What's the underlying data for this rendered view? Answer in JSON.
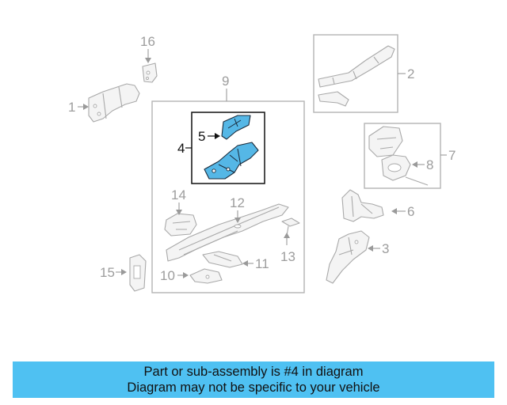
{
  "diagram": {
    "callouts": {
      "c1": "1",
      "c2": "2",
      "c3": "3",
      "c4": "4",
      "c5": "5",
      "c6": "6",
      "c7": "7",
      "c8": "8",
      "c9": "9",
      "c10": "10",
      "c11": "11",
      "c12": "12",
      "c13": "13",
      "c14": "14",
      "c15": "15",
      "c16": "16"
    },
    "highlighted_part": "4",
    "highlight_color": "#55b7e6",
    "banner_color": "#4fc1f2"
  },
  "banner": {
    "line1": "Part or sub-assembly is #4 in diagram",
    "line2": "Diagram may not be specific to your vehicle"
  }
}
